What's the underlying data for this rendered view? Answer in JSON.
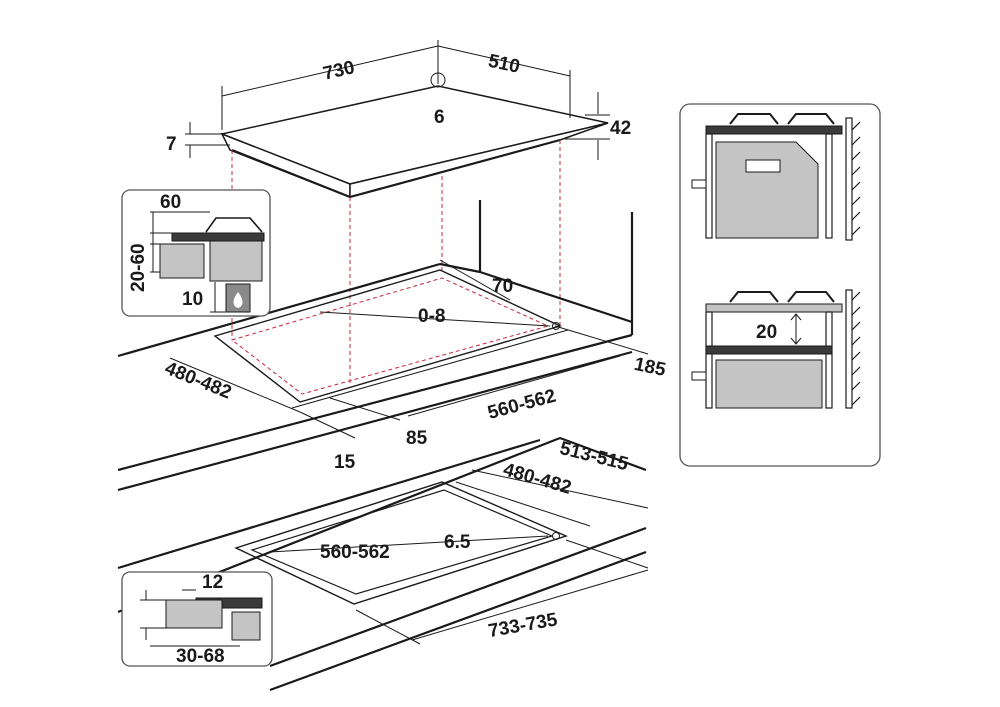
{
  "top_hob": {
    "width_label": "730",
    "depth_label": "510",
    "thickness_label": "7",
    "height_label": "42",
    "corner_label": "6"
  },
  "cutout_top": {
    "depth_label": "480-482",
    "width_label": "560-562",
    "corner_label": "0-8",
    "rear_label": "70",
    "side_label": "185",
    "front_label": "85",
    "edge_label": "15"
  },
  "detail_left": {
    "top_label": "60",
    "range_label": "20-60",
    "gap_label": "10"
  },
  "cutout_flush": {
    "outer_depth_label": "513-515",
    "inner_depth_label": "480-482",
    "inner_width_label": "560-562",
    "corner_label": "6.5",
    "outer_width_label": "733-735"
  },
  "detail_flush": {
    "top_label": "12",
    "range_label": "30-68"
  },
  "right_panel": {
    "gap_label": "20"
  }
}
